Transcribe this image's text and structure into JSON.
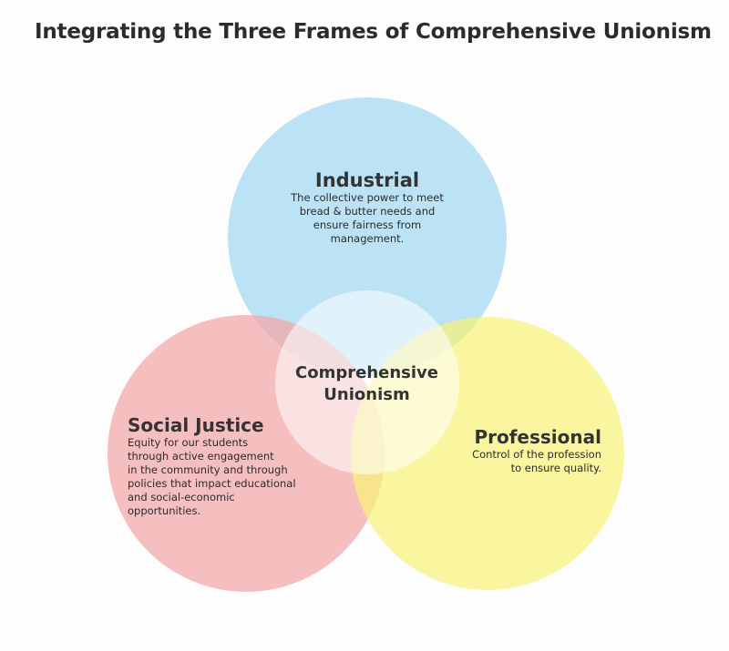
{
  "title": "Integrating the Three Frames of Comprehensive Unionism",
  "colors": {
    "industrial": "#a9daf2",
    "social_justice": "#f3a6a6",
    "professional": "#f7f27a",
    "center": "#ffffff"
  },
  "frames": {
    "industrial": {
      "heading": "Industrial",
      "desc_lines": [
        "The collective power to meet",
        "bread & butter needs and",
        "ensure fairness from",
        "management."
      ]
    },
    "social_justice": {
      "heading": "Social Justice",
      "desc_lines": [
        "Equity for our students",
        "through active engagement",
        "in the community and through",
        "policies that impact educational",
        "and social-economic",
        "opportunities."
      ]
    },
    "professional": {
      "heading": "Professional",
      "desc_lines": [
        "Control of the profession",
        "to ensure quality."
      ]
    }
  },
  "center": {
    "lines": [
      "Comprehensive",
      "Unionism"
    ]
  }
}
